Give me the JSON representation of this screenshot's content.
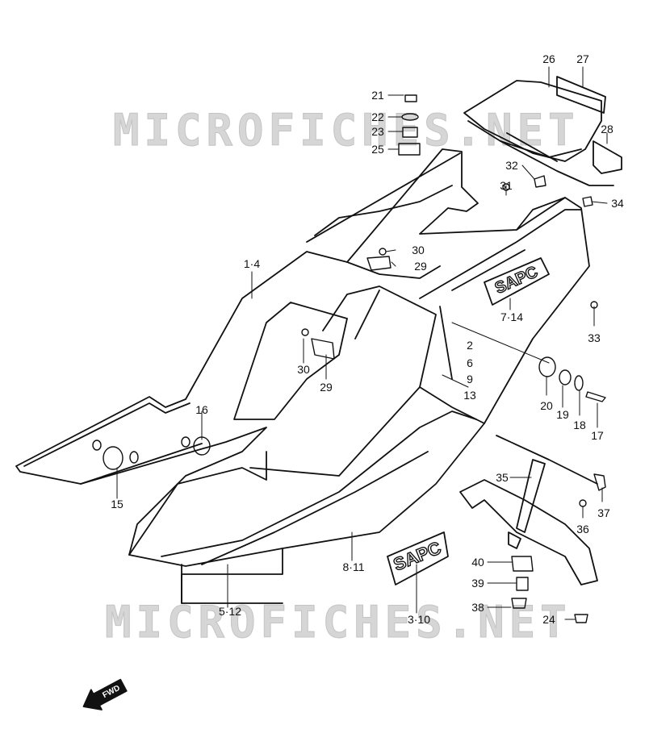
{
  "watermark": "MICROFICHES.NET",
  "fwd_label": "FWD",
  "callouts": [
    "1·4",
    "2",
    "6",
    "9",
    "13",
    "3·10",
    "5·12",
    "7·14",
    "8·11",
    "15",
    "16",
    "17",
    "18",
    "19",
    "20",
    "21",
    "22",
    "23",
    "24",
    "25",
    "26",
    "27",
    "28",
    "29",
    "29",
    "30",
    "30",
    "31",
    "32",
    "33",
    "34",
    "35",
    "36",
    "37",
    "38",
    "39",
    "40"
  ],
  "emblem_text": "SAPC"
}
